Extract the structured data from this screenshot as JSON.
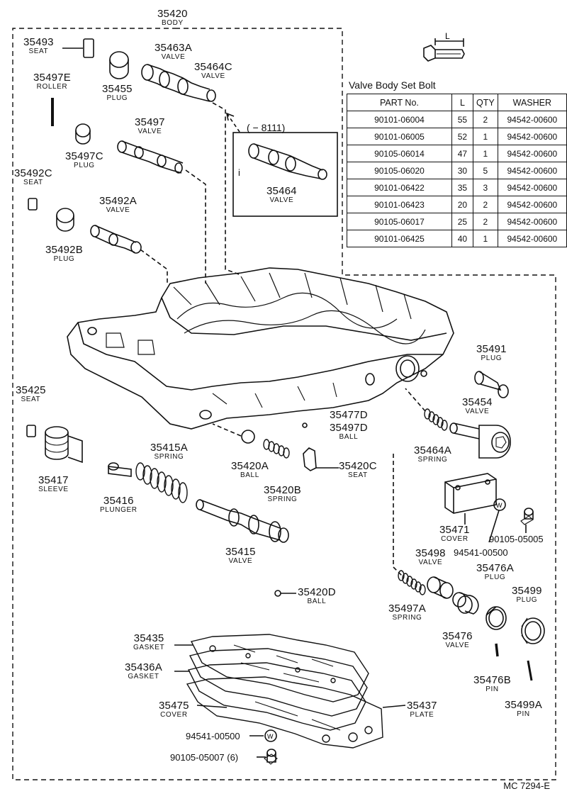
{
  "body_label": {
    "num": "35420",
    "name": "BODY"
  },
  "parts": {
    "p35493": {
      "num": "35493",
      "name": "SEAT"
    },
    "p35463A": {
      "num": "35463A",
      "name": "VALVE"
    },
    "p35464C": {
      "num": "35464C",
      "name": "VALVE"
    },
    "p35455": {
      "num": "35455",
      "name": "PLUG"
    },
    "p35497E": {
      "num": "35497E",
      "name": "ROLLER"
    },
    "p35497": {
      "num": "35497",
      "name": "VALVE"
    },
    "p35497C": {
      "num": "35497C",
      "name": "PLUG"
    },
    "p35492C": {
      "num": "35492C",
      "name": "SEAT"
    },
    "p35492A": {
      "num": "35492A",
      "name": "VALVE"
    },
    "p35492B": {
      "num": "35492B",
      "name": "PLUG"
    },
    "p35464": {
      "num": "35464",
      "name": "VALVE"
    },
    "p35491": {
      "num": "35491",
      "name": "PLUG"
    },
    "p35454": {
      "num": "35454",
      "name": "VALVE"
    },
    "p35425": {
      "num": "35425",
      "name": "SEAT"
    },
    "p35477D": {
      "num": "35477D",
      "name": ""
    },
    "p35497D": {
      "num": "35497D",
      "name": "BALL"
    },
    "p35415A": {
      "num": "35415A",
      "name": "SPRING"
    },
    "p35420A": {
      "num": "35420A",
      "name": "BALL"
    },
    "p35420C": {
      "num": "35420C",
      "name": "SEAT"
    },
    "p35464A": {
      "num": "35464A",
      "name": "SPRING"
    },
    "p35417": {
      "num": "35417",
      "name": "SLEEVE"
    },
    "p35416": {
      "num": "35416",
      "name": "PLUNGER"
    },
    "p35420B": {
      "num": "35420B",
      "name": "SPRING"
    },
    "p35471": {
      "num": "35471",
      "name": "COVER"
    },
    "p35415": {
      "num": "35415",
      "name": "VALVE"
    },
    "p35498": {
      "num": "35498",
      "name": "VALVE"
    },
    "p35476A": {
      "num": "35476A",
      "name": "PLUG"
    },
    "p35499": {
      "num": "35499",
      "name": "PLUG"
    },
    "p35420D": {
      "num": "35420D",
      "name": "BALL"
    },
    "p35497A": {
      "num": "35497A",
      "name": "SPRING"
    },
    "p35476": {
      "num": "35476",
      "name": "VALVE"
    },
    "p35435": {
      "num": "35435",
      "name": "GASKET"
    },
    "p35436A": {
      "num": "35436A",
      "name": "GASKET"
    },
    "p35476B": {
      "num": "35476B",
      "name": "PIN"
    },
    "p35499A": {
      "num": "35499A",
      "name": "PIN"
    },
    "p35475": {
      "num": "35475",
      "name": "COVER"
    },
    "p35437": {
      "num": "35437",
      "name": "PLATE"
    }
  },
  "singles": {
    "bolt_05005": "90105-05005",
    "washer_00500_right": "94541-00500",
    "washer_00500_bottom": "94541-00500",
    "bolt_05007": "90105-05007 (6)"
  },
  "callout": {
    "range": "( − 8111)",
    "marker": "i"
  },
  "dimension_label": "L",
  "washer_symbol": "W",
  "bolt_table": {
    "title": "Valve Body Set Bolt",
    "headers": [
      "PART No.",
      "L",
      "QTY",
      "WASHER"
    ],
    "rows": [
      [
        "90101-06004",
        "55",
        "2",
        "94542-00600"
      ],
      [
        "90101-06005",
        "52",
        "1",
        "94542-00600"
      ],
      [
        "90105-06014",
        "47",
        "1",
        "94542-00600"
      ],
      [
        "90105-06020",
        "30",
        "5",
        "94542-00600"
      ],
      [
        "90101-06422",
        "35",
        "3",
        "94542-00600"
      ],
      [
        "90101-06423",
        "20",
        "2",
        "94542-00600"
      ],
      [
        "90105-06017",
        "25",
        "2",
        "94542-00600"
      ],
      [
        "90101-06425",
        "40",
        "1",
        "94542-00600"
      ]
    ]
  },
  "footer": "MC  7294-E"
}
